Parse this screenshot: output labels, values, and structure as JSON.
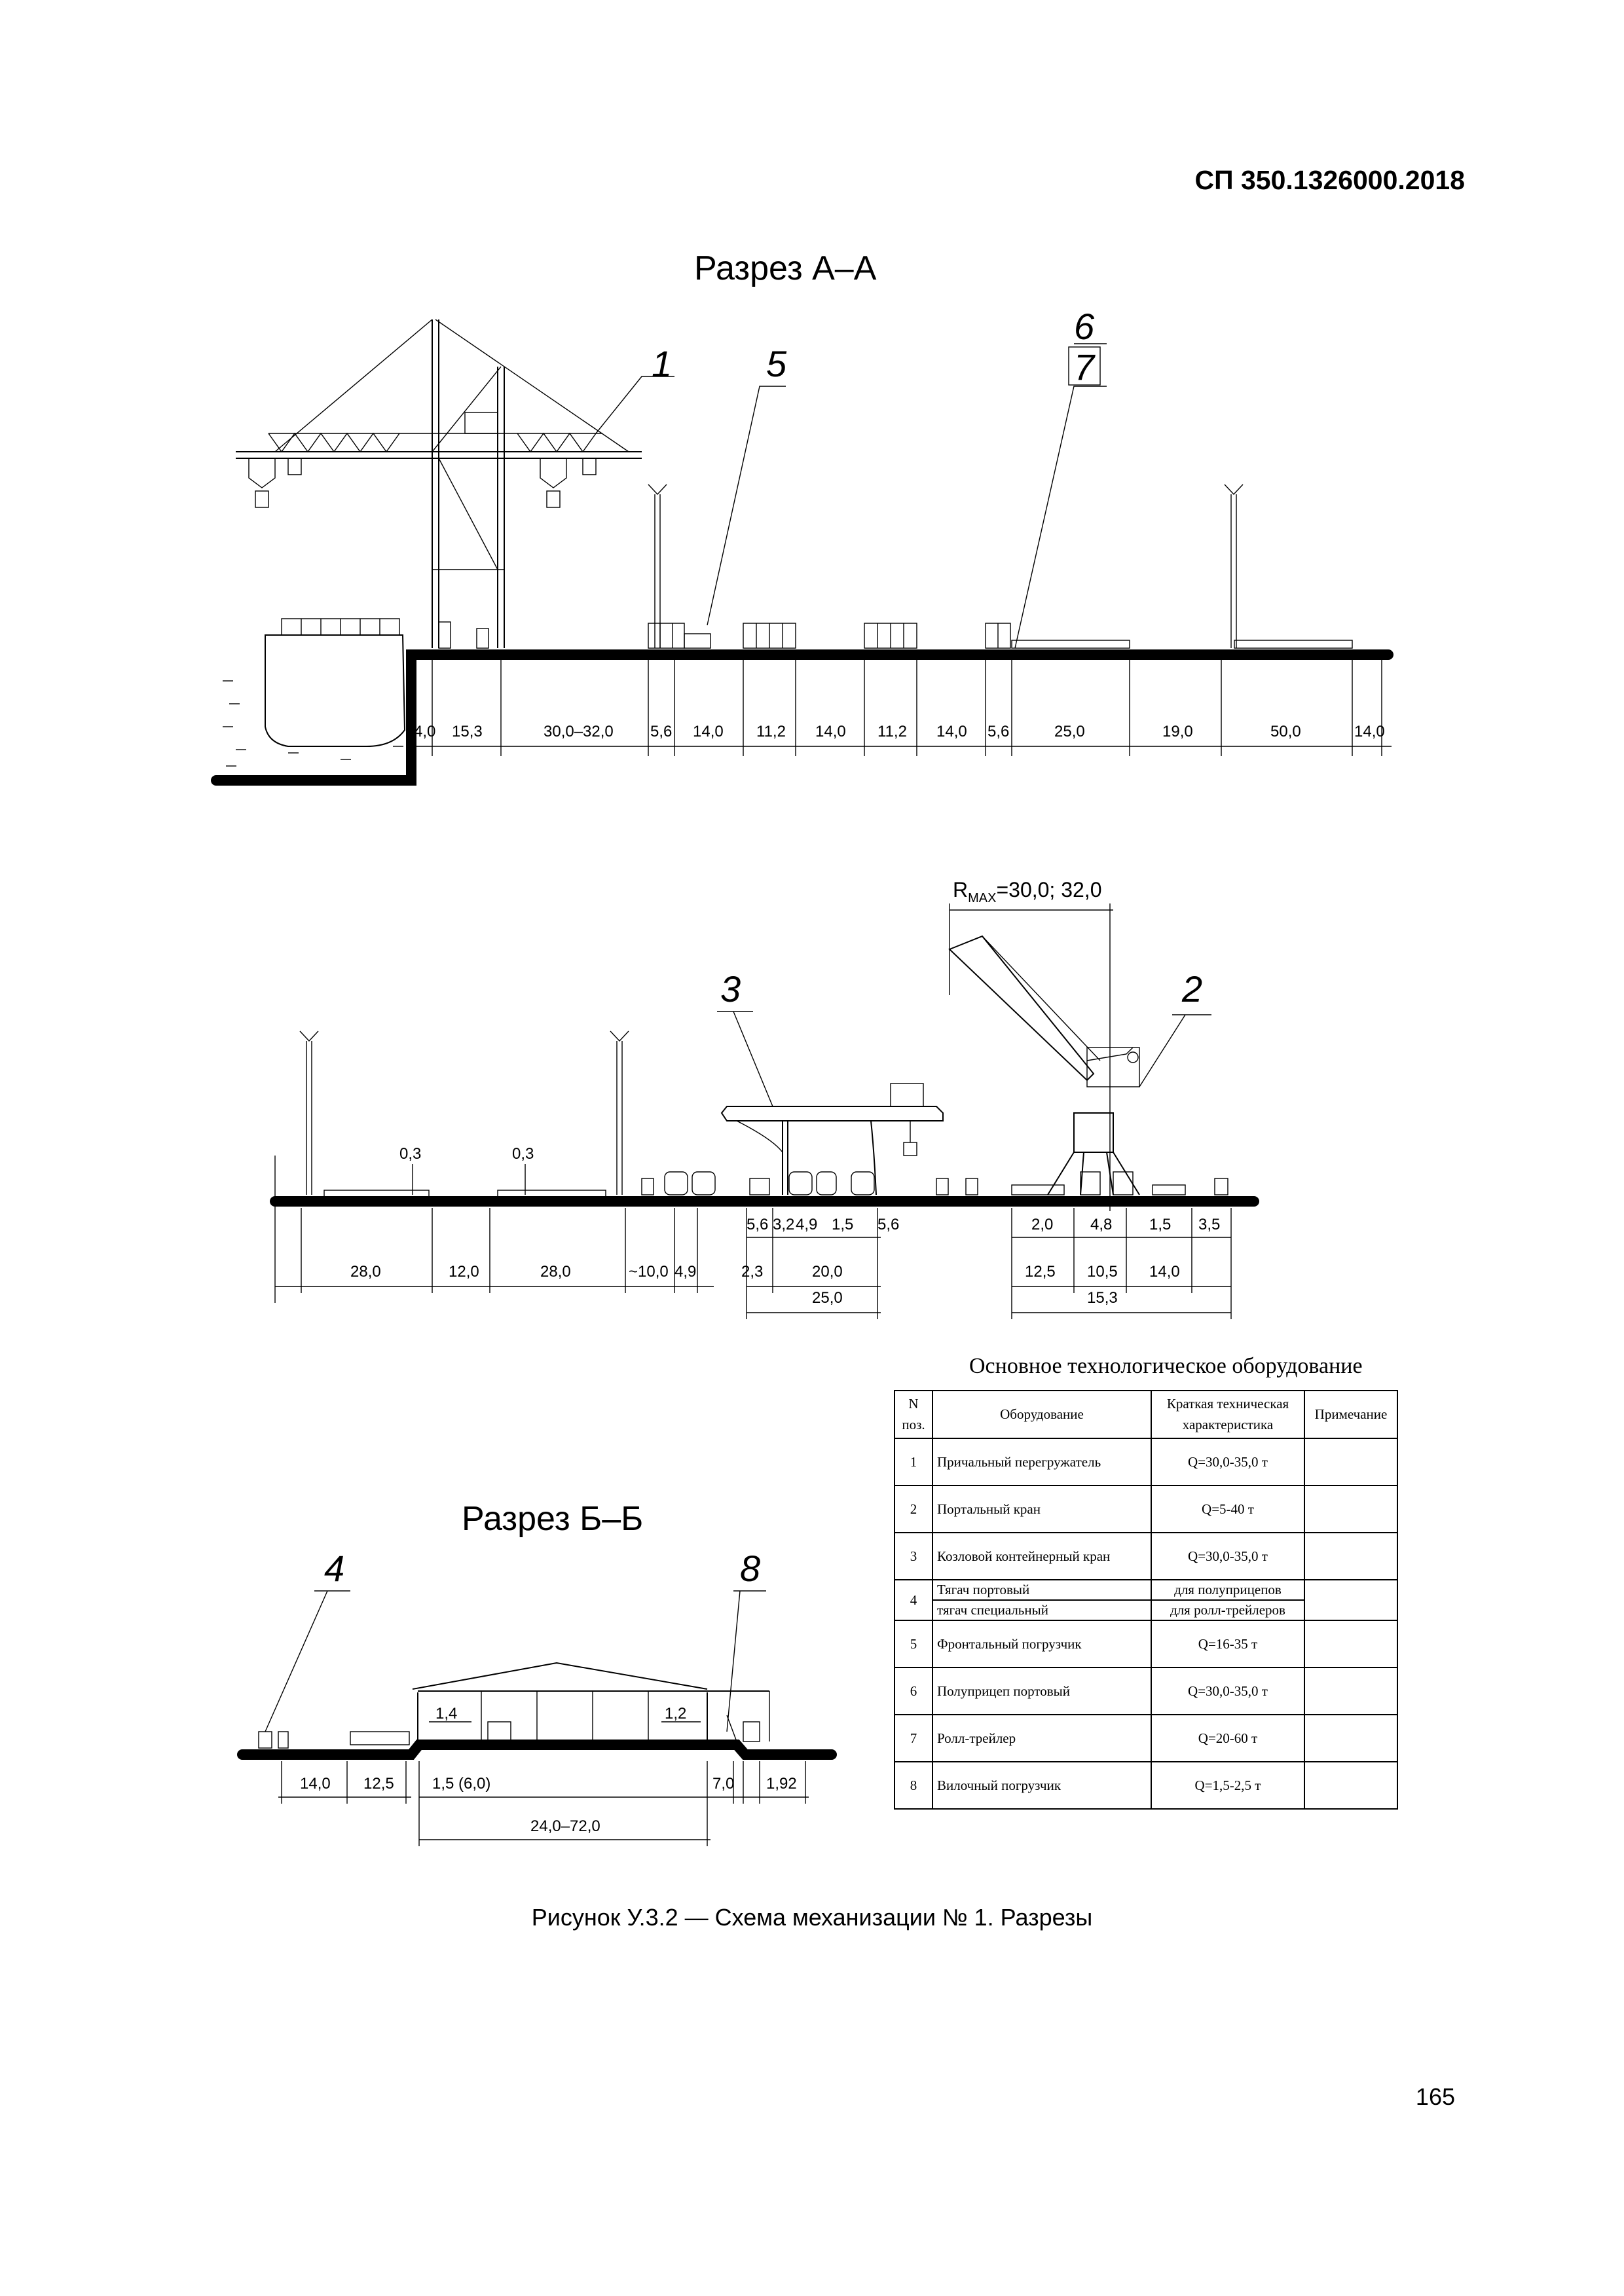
{
  "header": {
    "doc_code": "СП 350.1326000.2018"
  },
  "sections": {
    "aa_title": "Разрез А–А",
    "bb_title": "Разрез Б–Б"
  },
  "callouts": [
    "1",
    "5",
    "6",
    "7",
    "3",
    "2",
    "4",
    "8"
  ],
  "dims_aa": [
    "4,0",
    "15,3",
    "30,0–32,0",
    "5,6",
    "14,0",
    "11,2",
    "14,0",
    "11,2",
    "14,0",
    "5,6",
    "25,0",
    "19,0",
    "50,0",
    "14,0"
  ],
  "dims_mid_top": [
    "0,3",
    "0,3"
  ],
  "dims_mid_row1": [
    "5,6",
    "3,2",
    "4,9",
    "1,5",
    "5,6",
    "2,0",
    "4,8",
    "1,5",
    "3,5"
  ],
  "dims_mid_row2": [
    "28,0",
    "12,0",
    "28,0",
    "~10,0",
    "4,9",
    "2,3",
    "20,0",
    "12,5",
    "10,5",
    "14,0"
  ],
  "dims_mid_row3": [
    "25,0",
    "15,3"
  ],
  "rmax_label": {
    "r": "R",
    "sub": "MAX",
    "rest": "=30,0; 32,0"
  },
  "dims_bb": [
    "1,4",
    "1,2",
    "14,0",
    "12,5",
    "1,5 (6,0)",
    "7,0",
    "1,92",
    "24,0–72,0"
  ],
  "table": {
    "title": "Основное технологическое оборудование",
    "headers": [
      "N поз.",
      "Оборудование",
      "Краткая техническая характеристика",
      "Примечание"
    ],
    "rows": [
      {
        "num": "1",
        "equipment": "Причальный перегружатель",
        "char": "Q=30,0-35,0 т",
        "note": ""
      },
      {
        "num": "2",
        "equipment": "Портальный кран",
        "char": "Q=5-40 т",
        "note": ""
      },
      {
        "num": "3",
        "equipment": "Козловой контейнерный кран",
        "char": "Q=30,0-35,0 т",
        "note": ""
      },
      {
        "num": "4",
        "equipment": "Тягач портовый",
        "char": "для полуприцепов",
        "equipment2": "тягач специальный",
        "char2": "для ролл-трейлеров",
        "note": ""
      },
      {
        "num": "5",
        "equipment": "Фронтальный погрузчик",
        "char": "Q=16-35 т",
        "note": ""
      },
      {
        "num": "6",
        "equipment": "Полуприцеп портовый",
        "char": "Q=30,0-35,0 т",
        "note": ""
      },
      {
        "num": "7",
        "equipment": "Ролл-трейлер",
        "char": "Q=20-60 т",
        "note": ""
      },
      {
        "num": "8",
        "equipment": "Вилочный погрузчик",
        "char": "Q=1,5-2,5 т",
        "note": ""
      }
    ]
  },
  "caption": "Рисунок У.3.2 — Схема механизации № 1. Разрезы",
  "page_number": "165"
}
